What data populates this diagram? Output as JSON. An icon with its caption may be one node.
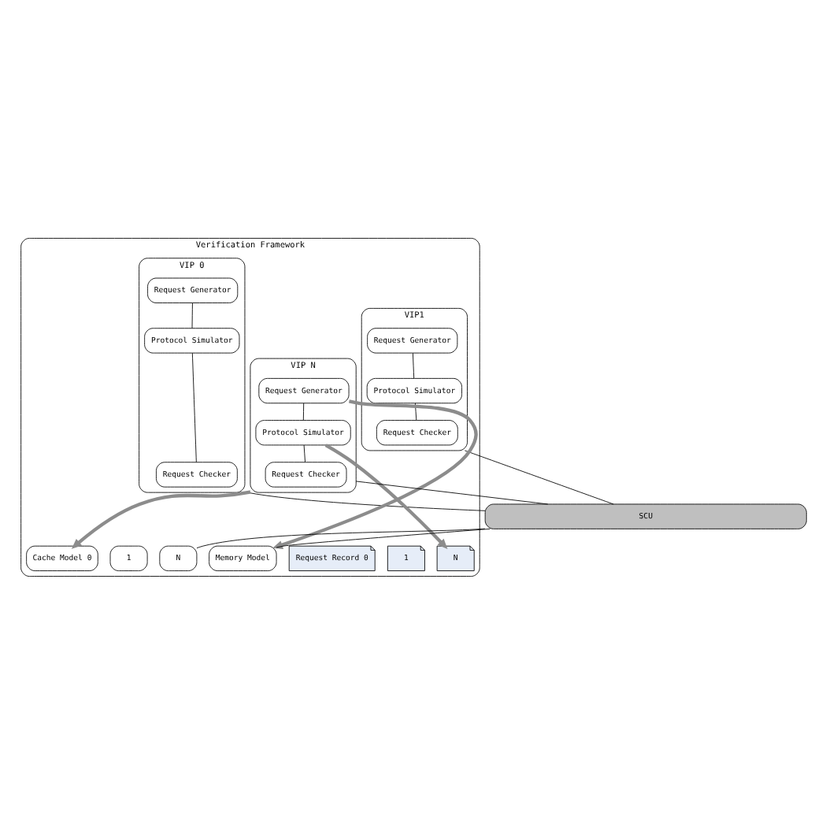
{
  "diagram": {
    "nodes": [
      {
        "text": [
          "Verification Framework"
        ]
      },
      {
        "text": [
          "VIP 0"
        ],
        "in": 0
      },
      {
        "text": [
          "Request Generator"
        ],
        "in": 1
      },
      {
        "text": [
          "Protocol Simulator"
        ],
        "in": 1
      },
      {
        "text": [
          "Request Checker"
        ],
        "in": 1
      },
      {
        "text": [
          "VIP1"
        ],
        "in": 0
      },
      {
        "text": [
          "Request Generator"
        ],
        "in": 5
      },
      {
        "text": [
          "Protocol Simulator"
        ],
        "in": 5
      },
      {
        "text": [
          "Request Checker"
        ],
        "in": 5
      },
      {
        "text": [
          "VIP N"
        ],
        "in": 0
      },
      {
        "text": [
          "Request Generator"
        ],
        "in": 9
      },
      {
        "text": [
          "Protocol Simulator"
        ],
        "in": 9
      },
      {
        "text": [
          "Request Checker"
        ],
        "in": 9
      },
      {
        "text": [
          "SCU"
        ]
      },
      {
        "text": [
          "Cache Model 0"
        ],
        "in": 0
      },
      {
        "text": [
          "1"
        ],
        "in": 0
      },
      {
        "text": [
          "N"
        ],
        "in": 0
      },
      {
        "text": [
          "Memory Model"
        ],
        "in": 0
      },
      {
        "text": [
          "Request Record 0"
        ],
        "in": 0
      },
      {
        "text": [
          "1"
        ],
        "in": 0
      },
      {
        "text": [
          "N"
        ],
        "in": 0
      }
    ],
    "edges": [
      {
        "from": 2,
        "to": 3,
        "arrow": "none"
      },
      {
        "from": 3,
        "to": 4,
        "arrow": "none"
      },
      {
        "from": 6,
        "to": 7,
        "arrow": "none"
      },
      {
        "from": 7,
        "to": 8,
        "arrow": "none"
      },
      {
        "from": 10,
        "to": 11,
        "arrow": "none"
      },
      {
        "from": 11,
        "to": 12,
        "arrow": "none"
      },
      {
        "from": 1,
        "to": 13,
        "arrow": "none"
      },
      {
        "from": 5,
        "to": 13,
        "arrow": "none"
      },
      {
        "from": 9,
        "to": 13,
        "arrow": "none"
      },
      {
        "from": 13,
        "to": 16,
        "arrow": "none"
      },
      {
        "from": 13,
        "to": 17,
        "arrow": "none"
      },
      {
        "from": 9,
        "to": 14,
        "arrow": "to",
        "style": "thick",
        "color": "#8c8c8c"
      },
      {
        "from": 10,
        "to": 17,
        "arrow": "to",
        "style": "thick",
        "color": "#8c8c8c"
      },
      {
        "from": 11,
        "to": 20,
        "arrow": "to",
        "style": "thick",
        "color": "#8c8c8c"
      }
    ]
  }
}
